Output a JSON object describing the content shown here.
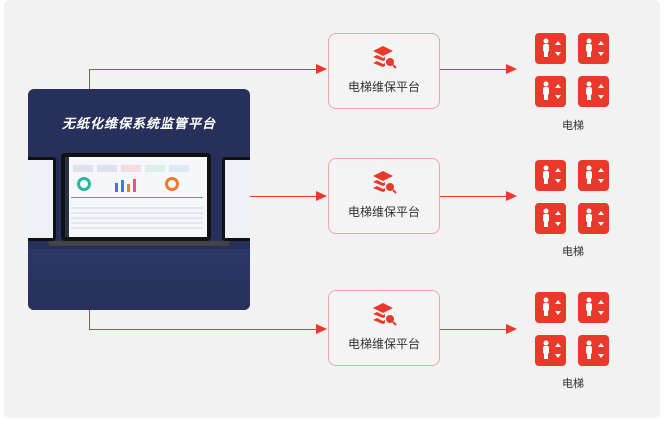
{
  "hero": {
    "title": "无纸化维保系统监管平台"
  },
  "platforms": [
    {
      "label": "电梯维保平台"
    },
    {
      "label": "电梯维保平台"
    },
    {
      "label": "电梯维保平台"
    }
  ],
  "elevator_groups": [
    {
      "label": "电梯"
    },
    {
      "label": "电梯"
    },
    {
      "label": "电梯"
    }
  ],
  "colors": {
    "accent": "#e8392a",
    "hero_bg": "#27305a",
    "panel": "#f2f2f2"
  }
}
